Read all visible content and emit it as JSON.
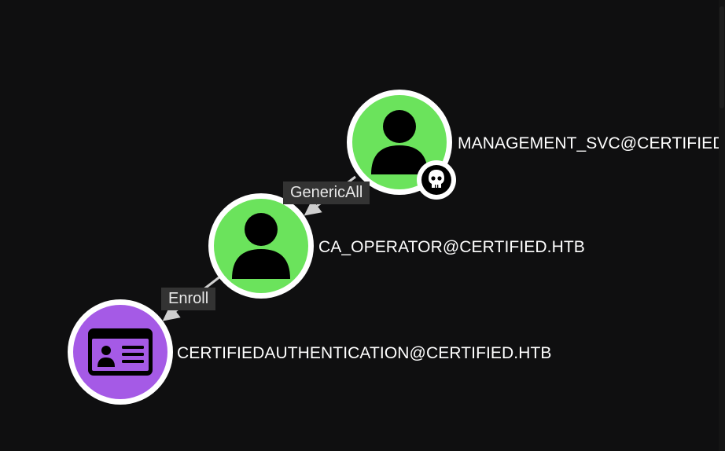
{
  "nodes": {
    "management_svc": {
      "label": "MANAGEMENT_SVC@CERTIFIED.HTB",
      "type": "user",
      "icon": "user-icon",
      "badge_icon": "skull-icon",
      "fill_color": "#6be35c"
    },
    "ca_operator": {
      "label": "CA_OPERATOR@CERTIFIED.HTB",
      "type": "user",
      "icon": "user-icon",
      "fill_color": "#6be35c"
    },
    "certificate_template": {
      "label": "CERTIFIEDAUTHENTICATION@CERTIFIED.HTB",
      "type": "certificate-template",
      "icon": "id-card-icon",
      "fill_color": "#a55ae6"
    }
  },
  "edges": {
    "generic_all": {
      "label": "GenericAll"
    },
    "enroll": {
      "label": "Enroll"
    }
  },
  "colors": {
    "background": "#0f0f10",
    "node_ring": "#ffffff",
    "edge": "#cfcfcf",
    "edge_label_bg": "#333333"
  }
}
